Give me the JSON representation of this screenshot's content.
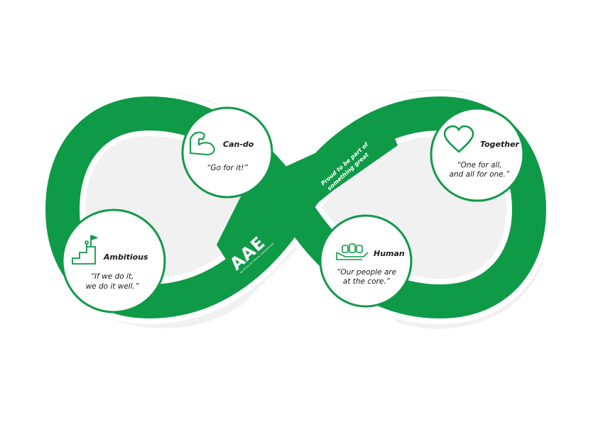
{
  "brand": {
    "logo_text": "AAE",
    "tagline": "AVIATION TECHNICAL ENGINEERING",
    "band_line_1": "Proud to be part of",
    "band_line_2": "something great"
  },
  "values": [
    {
      "id": "can-do",
      "title": "Can-do",
      "quote_1": "“Go for it!”",
      "quote_2": "",
      "icon": "flexed-arm-icon"
    },
    {
      "id": "together",
      "title": "Together",
      "quote_1": "“One for all,",
      "quote_2": "and all for one.”",
      "icon": "heart-icon"
    },
    {
      "id": "ambitious",
      "title": "Ambitious",
      "quote_1": "“If we do it,",
      "quote_2": "we do it well.”",
      "icon": "climbing-steps-icon"
    },
    {
      "id": "human",
      "title": "Human",
      "quote_1": "“Our people are",
      "quote_2": "at the core.”",
      "icon": "people-in-hand-icon"
    }
  ],
  "colors": {
    "green": "#0f9a48",
    "shadow": "#f1f1f1",
    "white": "#ffffff",
    "text": "#1a1a1a"
  }
}
